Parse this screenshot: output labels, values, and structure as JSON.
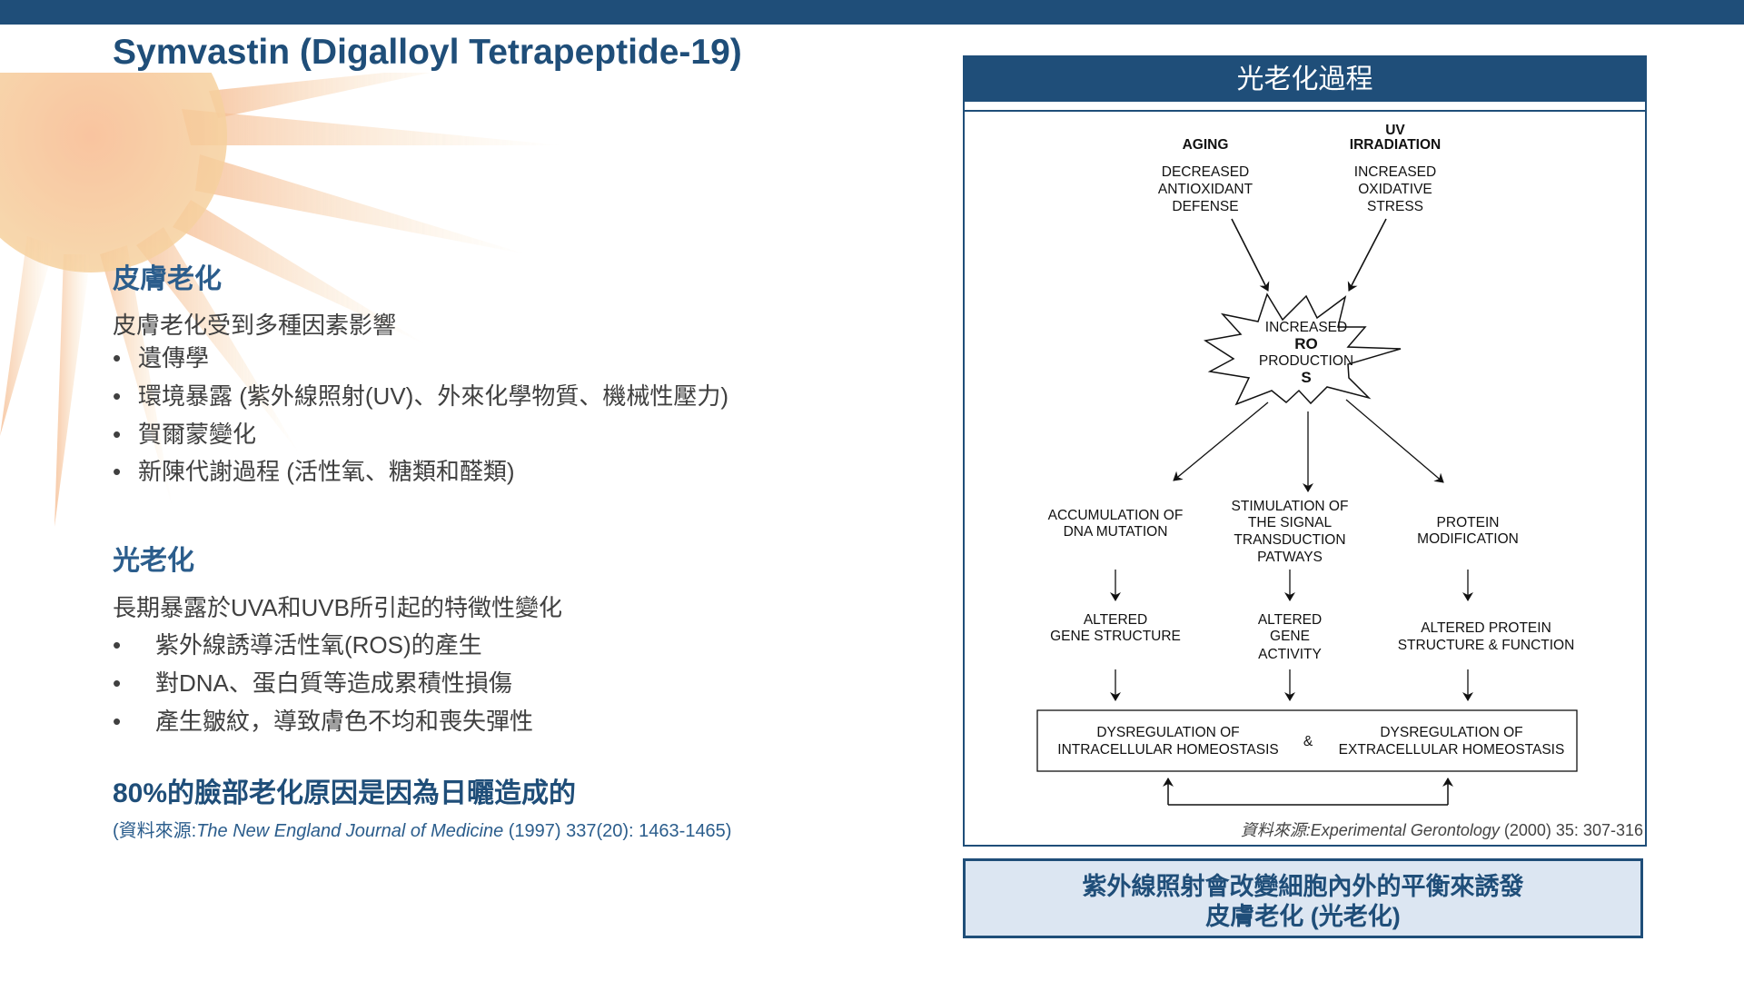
{
  "title": "Symvastin (Digalloyl Tetrapeptide-19)",
  "skin_aging": {
    "heading": "皮膚老化",
    "intro": "皮膚老化受到多種因素影響",
    "bullets": [
      "遺傳學",
      "環境暴露 (紫外線照射(UV)、外來化學物質、機械性壓力)",
      "賀爾蒙變化",
      "新陳代謝過程 (活性氧、糖類和醛類)"
    ]
  },
  "photoaging": {
    "heading": "光老化",
    "intro": "長期暴露於UVA和UVB所引起的特徵性變化",
    "bullets": [
      "紫外線誘導活性氧(ROS)的產生",
      "對DNA、蛋白質等造成累積性損傷",
      "產生皺紋，導致膚色不均和喪失彈性"
    ]
  },
  "highlight": "80%的臉部老化原因是因為日曬造成的",
  "source": {
    "prefix": "(資料來源:",
    "journal": "The New England Journal of Medicine",
    "rest": " (1997) 337(20): 1463-1465)"
  },
  "bullet_char": "•",
  "panel": {
    "title": "光老化過程",
    "diagram": {
      "aging": "AGING",
      "uv1": "UV",
      "uv2": "IRRADIATION",
      "left_top": [
        "DECREASED",
        "ANTIOXIDANT",
        "DEFENSE"
      ],
      "right_top": [
        "INCREASED",
        "OXIDATIVE",
        "STRESS"
      ],
      "ros": {
        "l1": "INCREASED",
        "l2": "RO",
        "l3": "PRODUCTION",
        "l4": "S"
      },
      "col1_a": [
        "ACCUMULATION OF",
        "DNA MUTATION"
      ],
      "col2_a": [
        "STIMULATION OF",
        "THE SIGNAL",
        "TRANSDUCTION",
        "PATWAYS"
      ],
      "col3_a": [
        "PROTEIN",
        "MODIFICATION"
      ],
      "col1_b": [
        "ALTERED",
        "GENE STRUCTURE"
      ],
      "col2_b": [
        "ALTERED",
        "GENE",
        "ACTIVITY"
      ],
      "col3_b": [
        "ALTERED PROTEIN",
        "STRUCTURE & FUNCTION"
      ],
      "box_left": [
        "DYSREGULATION OF",
        "INTRACELLULAR HOMEOSTASIS"
      ],
      "box_amp": "&",
      "box_right": [
        "DYSREGULATION OF",
        "EXTRACELLULAR HOMEOSTASIS"
      ]
    },
    "source": {
      "prefix": "資料來源:",
      "journal": "Experimental Gerontology",
      "rest": " (2000) 35: 307-316"
    }
  },
  "summary": {
    "line1": "紫外線照射會改變細胞內外的平衡來誘發",
    "line2": "皮膚老化 (光老化)"
  },
  "colors": {
    "brand": "#1f4e79",
    "summary_bg": "#dce6f2"
  }
}
